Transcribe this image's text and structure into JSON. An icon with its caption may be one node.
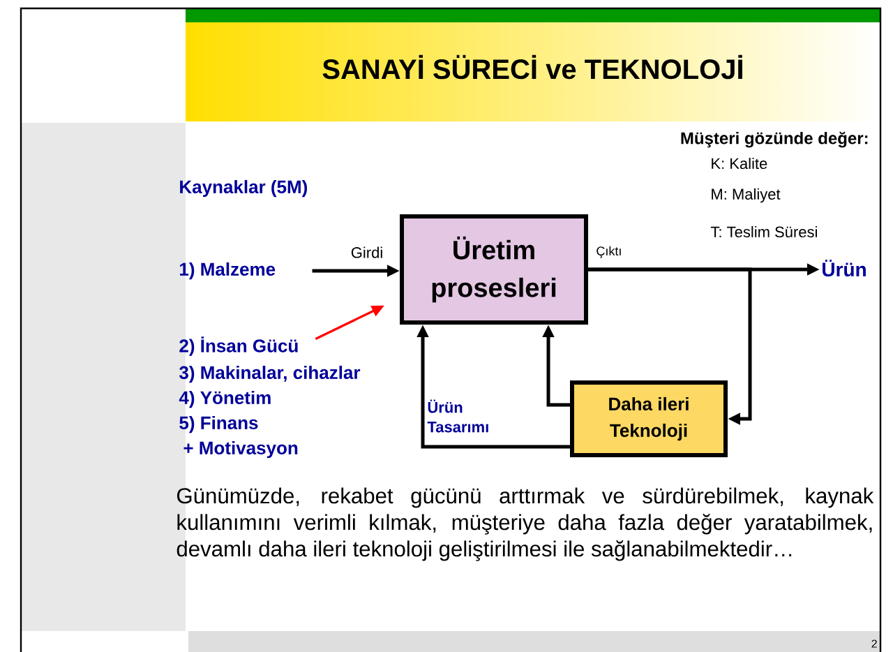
{
  "diagram": {
    "title": "SANAYİ SÜRECİ ve TEKNOLOJİ",
    "nodes": [
      {
        "text": [
          "Üretim prosesleri"
        ]
      },
      {
        "text": [
          "Daha ileri Teknoloji"
        ]
      },
      {
        "text": [
          "Ürün"
        ]
      },
      {
        "text": [
          "1) Malzeme"
        ]
      },
      {
        "text": [
          "2) İnsan Gücü"
        ]
      }
    ],
    "edges": [
      {
        "from": 3,
        "to": 0,
        "arrow": "to",
        "label": "Girdi"
      },
      {
        "from": 4,
        "to": 0,
        "arrow": "to",
        "color": "#ff0000"
      },
      {
        "from": 0,
        "to": 2,
        "arrow": "to",
        "label": "Çıktı"
      },
      {
        "from": 0,
        "to": 1,
        "arrow": "to"
      },
      {
        "from": 1,
        "to": 0,
        "arrow": "to"
      },
      {
        "from": 1,
        "to": 0,
        "arrow": "to",
        "label": "Ürün Tasarımı"
      }
    ],
    "labels": [
      "Müşteri gözünde değer:",
      "K: Kalite",
      "M: Maliyet",
      "T: Teslim Süresi",
      "Kaynaklar (5M)",
      "3) Makinalar, cihazlar",
      "4) Yönetim",
      "5) Finans",
      "+ Motivasyon",
      "Günümüzde, rekabet gücünü arttırmak ve sürdürebilmek, kaynak kullanımını verimli kılmak, müşteriye daha fazla değer yaratabilmek, devamlı daha ileri teknoloji geliştirilmesi ile sağlanabilmektedir…",
      "2"
    ]
  }
}
